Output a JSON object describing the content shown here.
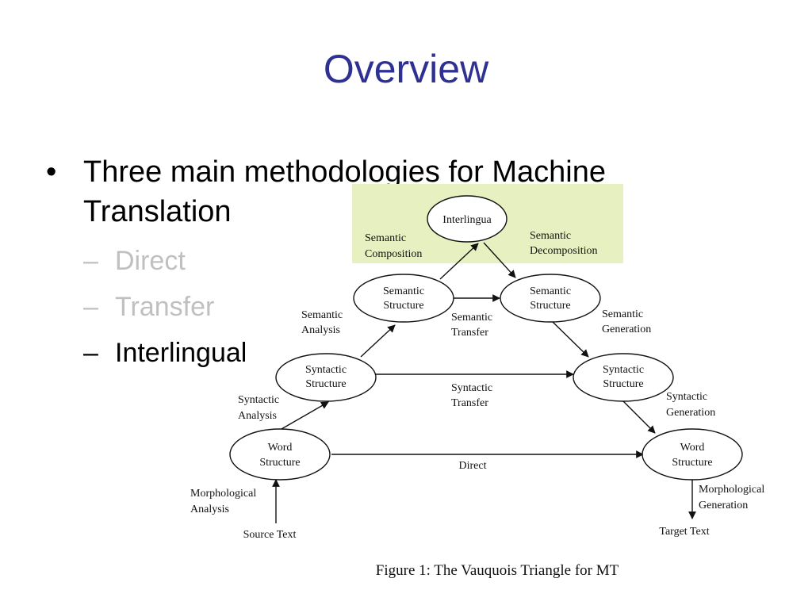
{
  "slide": {
    "title": "Overview",
    "bullet": "Three main methodologies for Machine Translation",
    "subitems": [
      {
        "dash": "–",
        "label": "Direct",
        "state": "dimmed"
      },
      {
        "dash": "–",
        "label": "Transfer",
        "state": "dimmed"
      },
      {
        "dash": "–",
        "label": "Interlingual",
        "state": "active"
      }
    ]
  },
  "figure": {
    "caption": "Figure 1: The Vauquois Triangle for MT",
    "highlight_color": "#e6f0c0",
    "nodes": {
      "interlingua": [
        "Interlingua"
      ],
      "sem_src": [
        "Semantic",
        "Structure"
      ],
      "sem_tgt": [
        "Semantic",
        "Structure"
      ],
      "syn_src": [
        "Syntactic",
        "Structure"
      ],
      "syn_tgt": [
        "Syntactic",
        "Structure"
      ],
      "word_src": [
        "Word",
        "Structure"
      ],
      "word_tgt": [
        "Word",
        "Structure"
      ]
    },
    "edge_labels": {
      "sem_comp": [
        "Semantic",
        "Composition"
      ],
      "sem_decomp": [
        "Semantic",
        "Decomposition"
      ],
      "sem_analysis": [
        "Semantic",
        "Analysis"
      ],
      "sem_transfer": [
        "Semantic",
        "Transfer"
      ],
      "sem_generation": [
        "Semantic",
        "Generation"
      ],
      "syn_analysis": [
        "Syntactic",
        "Analysis"
      ],
      "syn_transfer": [
        "Syntactic",
        "Transfer"
      ],
      "syn_generation": [
        "Syntactic",
        "Generation"
      ],
      "direct": [
        "Direct"
      ],
      "morph_analysis": [
        "Morphological",
        "Analysis"
      ],
      "morph_generation": [
        "Morphological",
        "Generation"
      ],
      "source_text": [
        "Source Text"
      ],
      "target_text": [
        "Target Text"
      ]
    }
  }
}
